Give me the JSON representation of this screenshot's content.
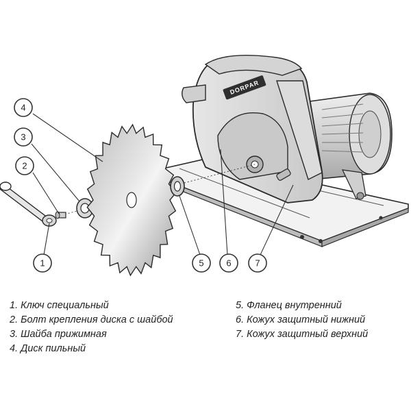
{
  "saw_label": "DORPAR",
  "callouts": [
    {
      "n": "1",
      "name": "key"
    },
    {
      "n": "2",
      "name": "bolt"
    },
    {
      "n": "3",
      "name": "washer"
    },
    {
      "n": "4",
      "name": "blade"
    },
    {
      "n": "5",
      "name": "inner-flange"
    },
    {
      "n": "6",
      "name": "lower-guard"
    },
    {
      "n": "7",
      "name": "upper-guard"
    }
  ],
  "legend": {
    "left": [
      "1. Ключ специальный",
      "2. Болт крепления диска с шайбой",
      "3. Шайба прижимная",
      "4. Диск пильный"
    ],
    "right": [
      "5. Фланец внутренний",
      "6. Кожух защитный нижний",
      "7. Кожух защитный верхний"
    ]
  }
}
